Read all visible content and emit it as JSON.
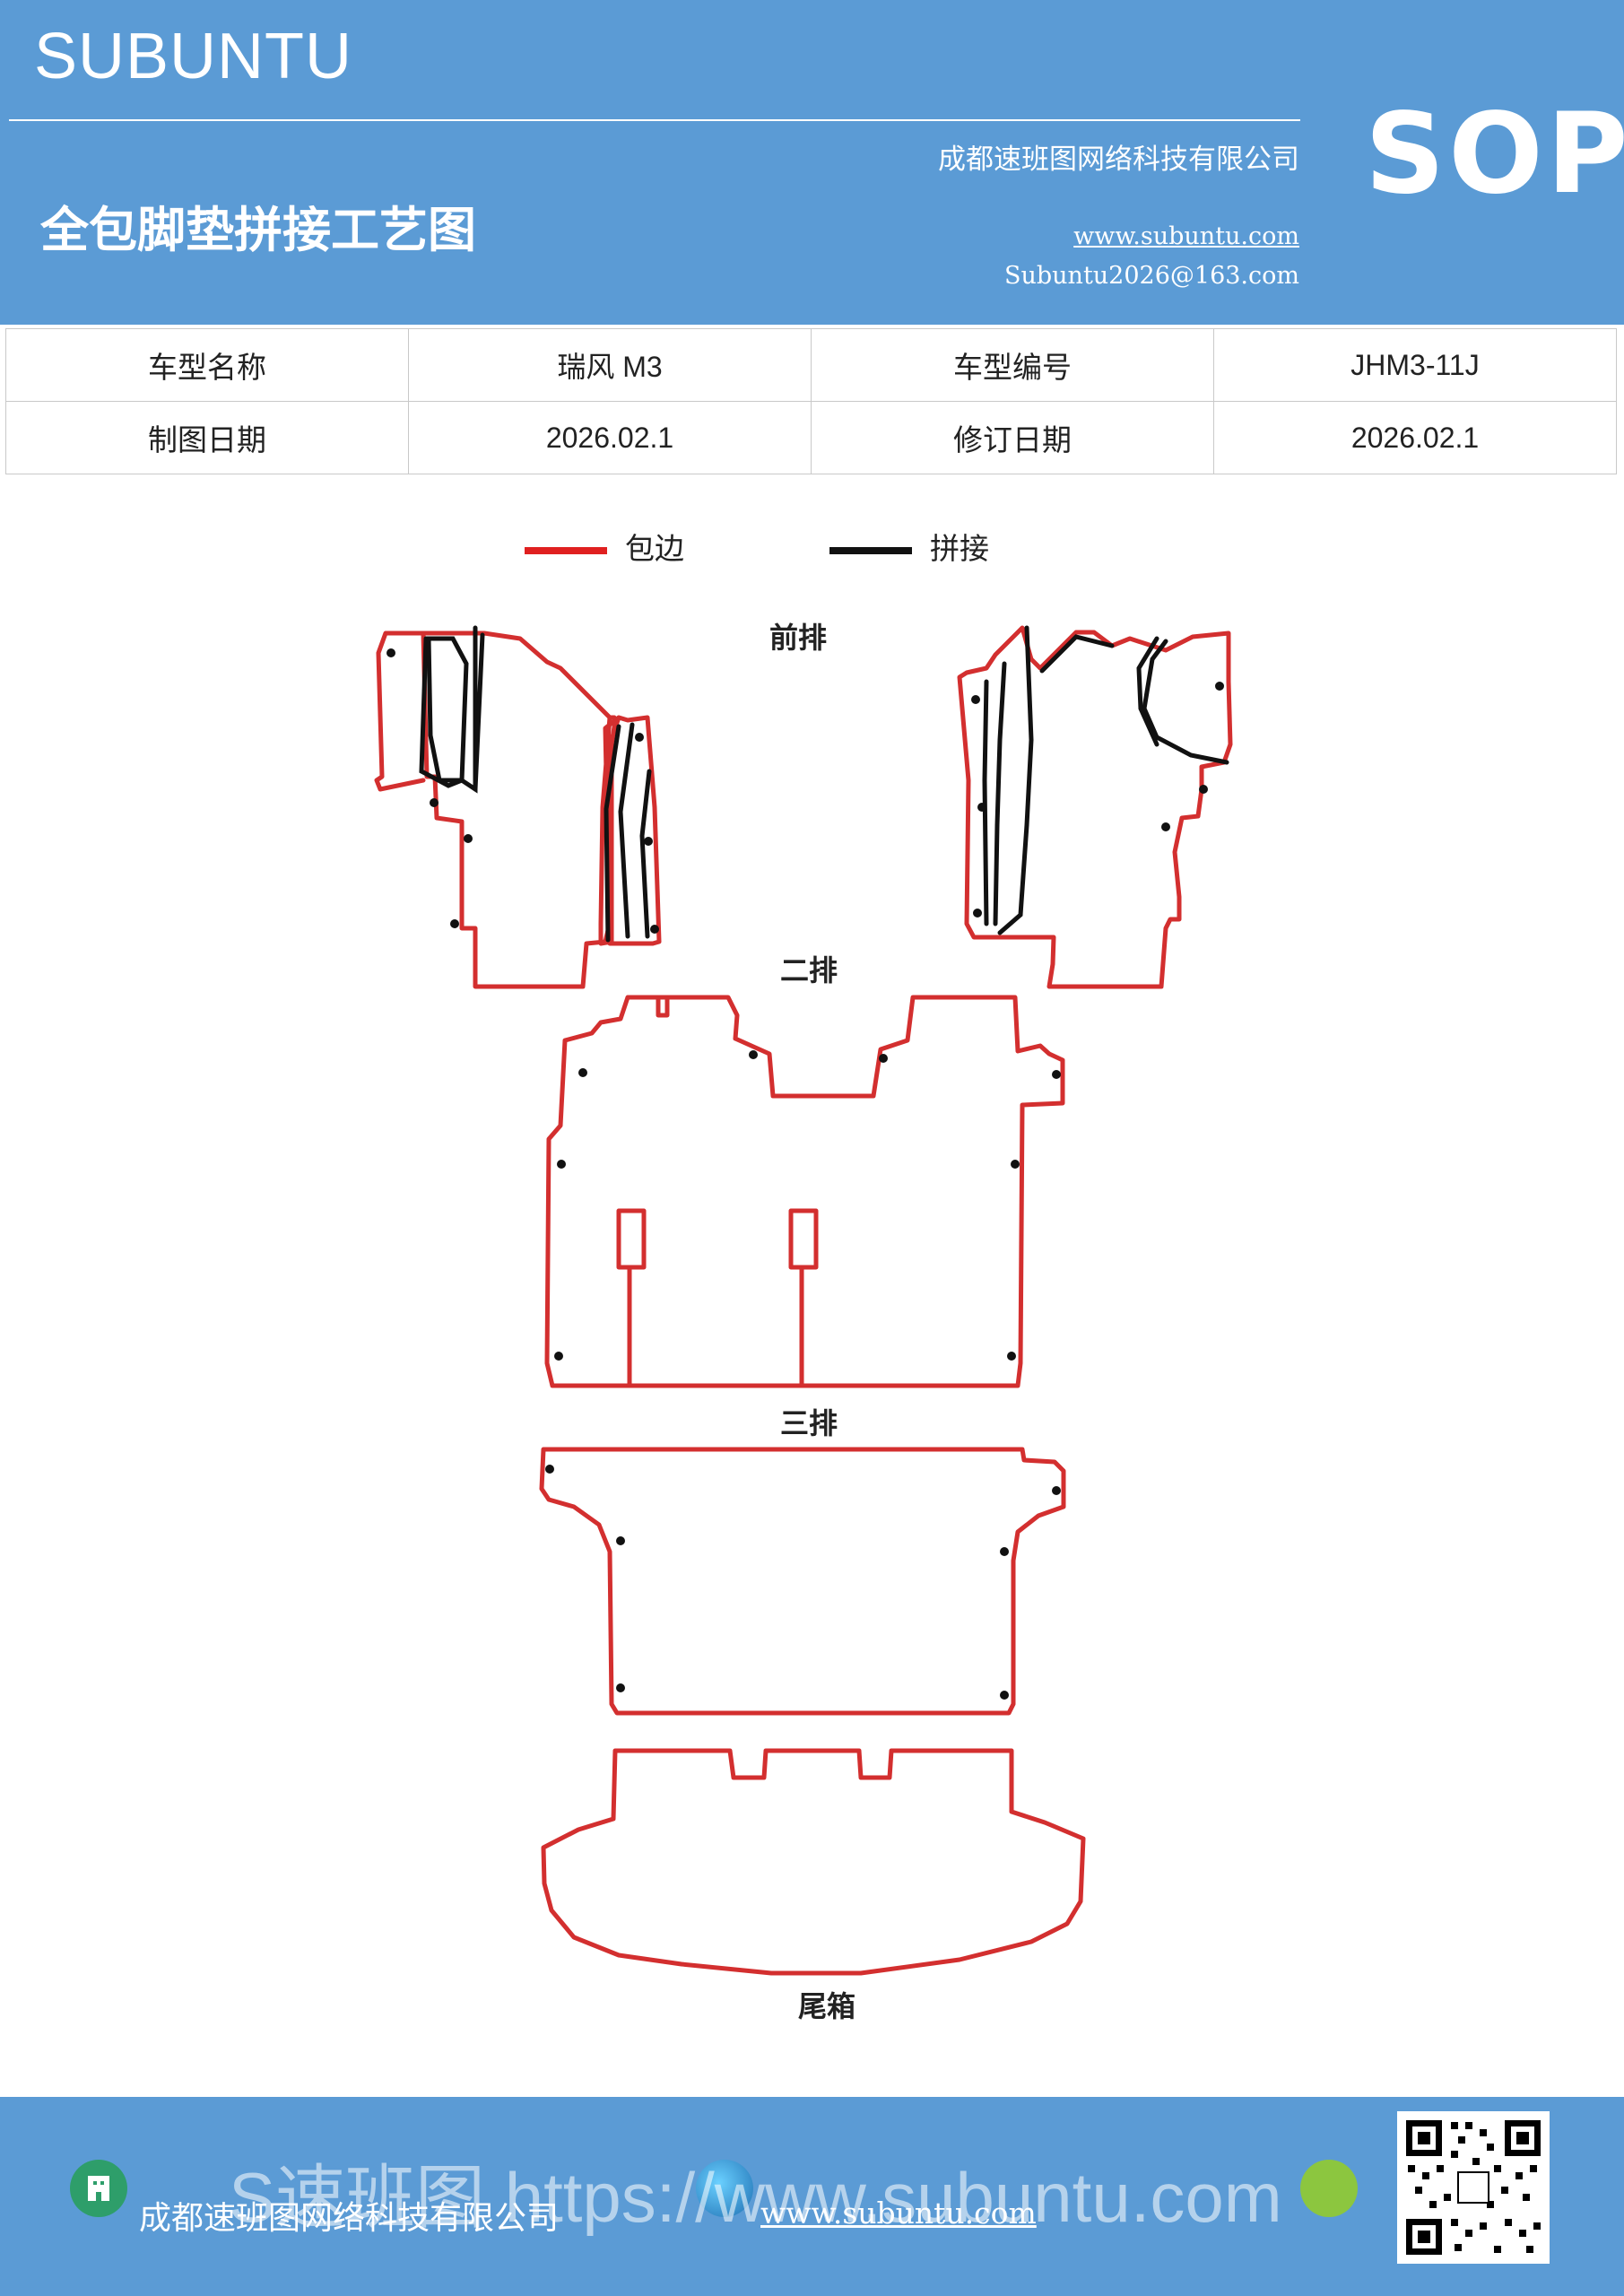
{
  "header": {
    "brand": "SUBUNTU",
    "doc_title": "全包脚垫拼接工艺图",
    "company": "成都速班图网络科技有限公司",
    "website": "www.subuntu.com",
    "email": "Subuntu2026@163.com",
    "sop": "SOP"
  },
  "info_table": {
    "rows": [
      [
        "车型名称",
        "瑞风 M3",
        "车型编号",
        "JHM3-11J"
      ],
      [
        "制图日期",
        "2026.02.1",
        "修订日期",
        "2026.02.1"
      ]
    ]
  },
  "legend": {
    "items": [
      {
        "label": "包边",
        "color": "#e02020"
      },
      {
        "label": "拼接",
        "color": "#111111"
      }
    ]
  },
  "sections": {
    "front": "前排",
    "second": "二排",
    "third": "三排",
    "trunk": "尾箱"
  },
  "colors": {
    "brand_blue": "#5b9bd5",
    "edge_red": "#d32f2f",
    "seam_black": "#111111"
  },
  "footer": {
    "company": "成都速班图网络科技有限公司",
    "website": "www.subuntu.com",
    "watermark": "S速班图 https://www.subuntu.com"
  }
}
